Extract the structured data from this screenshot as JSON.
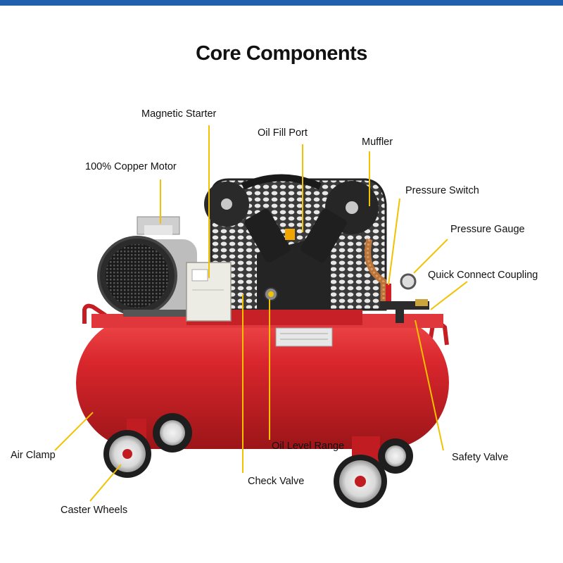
{
  "title": "Core Components",
  "colors": {
    "top_bar": "#1f5fae",
    "tank_red": "#d8262c",
    "leader_line": "#f2c200",
    "dark_parts": "#2a2a2a"
  },
  "labels": {
    "magnetic_starter": "Magnetic Starter",
    "oil_fill_port": "Oil Fill Port",
    "muffler": "Muffler",
    "copper_motor": "100% Copper Motor",
    "pressure_switch": "Pressure Switch",
    "pressure_gauge": "Pressure Gauge",
    "quick_connect": "Quick Connect Coupling",
    "air_clamp": "Air Clamp",
    "oil_level_range": "Oil Level Range",
    "safety_valve": "Safety Valve",
    "check_valve": "Check Valve",
    "caster_wheels": "Caster Wheels"
  }
}
